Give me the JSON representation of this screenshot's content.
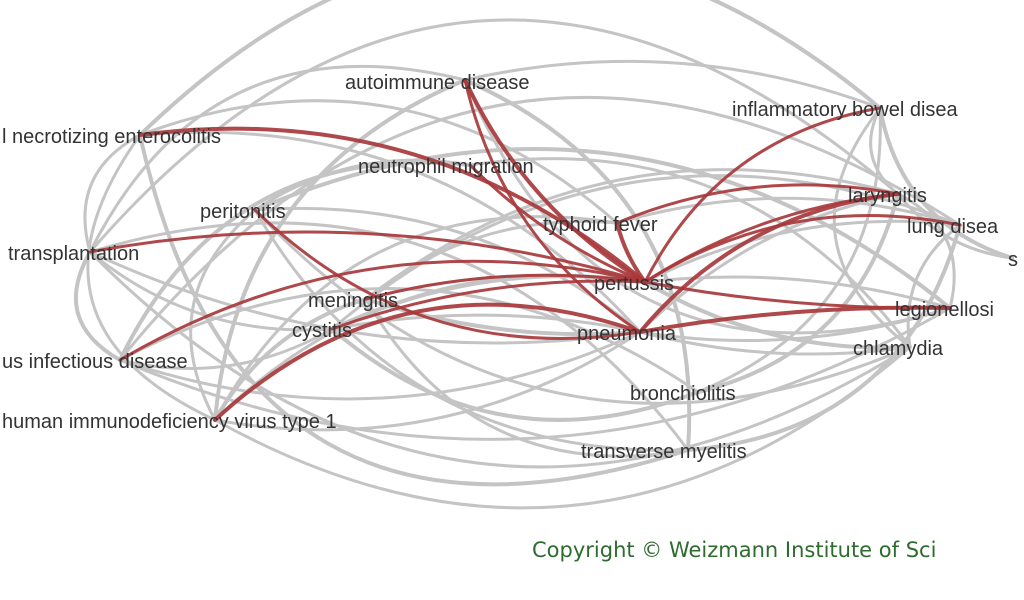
{
  "colors": {
    "edge": "#c4c4c4",
    "highlight": "#a8383b",
    "label": "#333333",
    "copyright": "#2e6b2e"
  },
  "nodes": [
    {
      "id": "autoimmune",
      "label": "autoimmune disease"
    },
    {
      "id": "ibd",
      "label": "inflammatory bowel disea"
    },
    {
      "id": "nec",
      "label": "l necrotizing enterocolitis"
    },
    {
      "id": "neutrophil",
      "label": "neutrophil migration"
    },
    {
      "id": "peritonitis",
      "label": "peritonitis"
    },
    {
      "id": "laryngitis",
      "label": "laryngitis"
    },
    {
      "id": "typhoid",
      "label": "typhoid fever"
    },
    {
      "id": "lung",
      "label": "lung disea"
    },
    {
      "id": "transplantation",
      "label": "transplantation"
    },
    {
      "id": "s",
      "label": "s"
    },
    {
      "id": "pertussis",
      "label": "pertussis"
    },
    {
      "id": "meningitis",
      "label": "meningitis"
    },
    {
      "id": "legionellosis",
      "label": "legionellosi"
    },
    {
      "id": "cystitis",
      "label": "cystitis"
    },
    {
      "id": "pneumonia",
      "label": "pneumonia"
    },
    {
      "id": "chlamydia",
      "label": "chlamydia"
    },
    {
      "id": "infectious",
      "label": "us infectious disease"
    },
    {
      "id": "bronchiolitis",
      "label": "bronchiolitis"
    },
    {
      "id": "hiv",
      "label": "human immunodeficiency virus type 1"
    },
    {
      "id": "myelitis",
      "label": "transverse myelitis"
    }
  ],
  "copyright": "Copyright © Weizmann Institute of Sci"
}
